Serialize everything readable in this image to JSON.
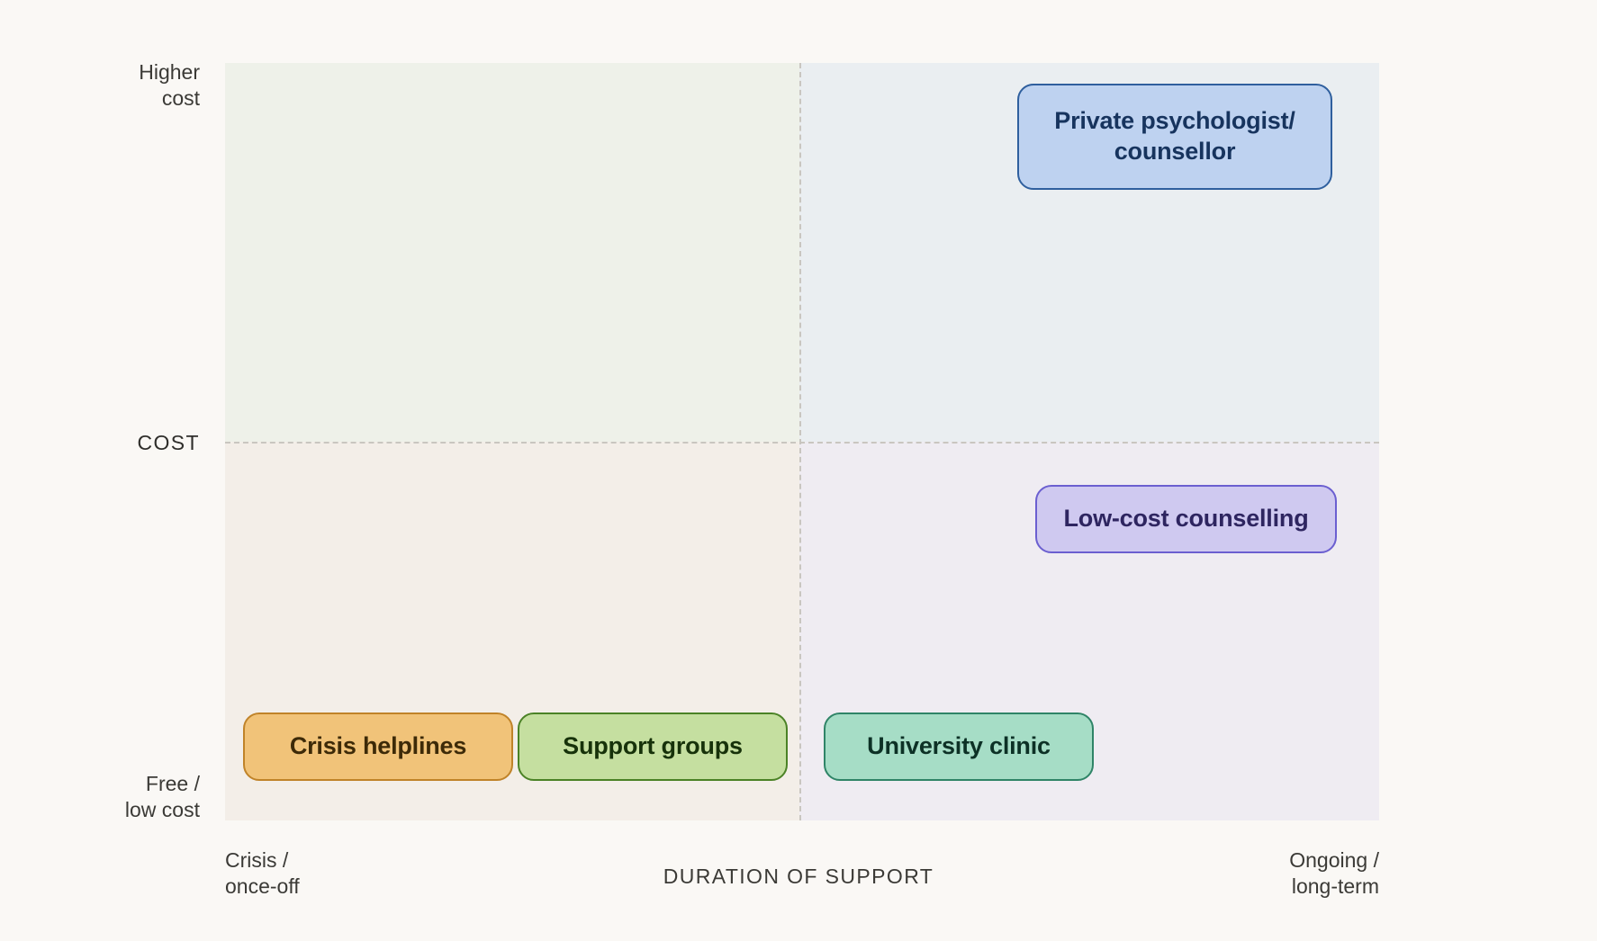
{
  "chart_data": {
    "type": "scatter",
    "title": "",
    "xlabel": "DURATION OF SUPPORT",
    "ylabel": "COST",
    "x_axis": {
      "label": "DURATION OF SUPPORT",
      "low_label": "Crisis /\nonce-off",
      "high_label": "Ongoing /\nlong-term",
      "range": [
        0,
        1
      ],
      "midpoint": 0.5
    },
    "y_axis": {
      "label": "COST",
      "low_label": "Free /\nlow cost",
      "high_label": "Higher\ncost",
      "range": [
        0,
        1
      ],
      "midpoint": 0.5
    },
    "grid": "dashed-quadrant-crosshair",
    "legend": "none",
    "quadrants": [
      {
        "id": "top-left",
        "color": "#eef1e9"
      },
      {
        "id": "top-right",
        "color": "#eaeef1"
      },
      {
        "id": "bottom-left",
        "color": "#f3eee8"
      },
      {
        "id": "bottom-right",
        "color": "#efecf2"
      }
    ],
    "points": [
      {
        "label": "Private psychologist/\ncounsellor",
        "x": 0.82,
        "y": 0.9,
        "quadrant": "top-right",
        "fill": "#bed2f0",
        "border": "#2f5f9e",
        "text_color": "#17345e"
      },
      {
        "label": "Low-cost counselling",
        "x": 0.83,
        "y": 0.38,
        "quadrant": "bottom-right",
        "fill": "#cfc9f0",
        "border": "#6b5fd0",
        "text_color": "#2e2560"
      },
      {
        "label": "Crisis helplines",
        "x": 0.13,
        "y": 0.06,
        "quadrant": "bottom-left",
        "fill": "#f1c379",
        "border": "#c08329",
        "text_color": "#3d2a08"
      },
      {
        "label": "Support groups",
        "x": 0.37,
        "y": 0.06,
        "quadrant": "bottom-left",
        "fill": "#c5dfa0",
        "border": "#4b8226",
        "text_color": "#17320a"
      },
      {
        "label": "University clinic",
        "x": 0.63,
        "y": 0.06,
        "quadrant": "bottom-right",
        "fill": "#a6ddc6",
        "border": "#2f8467",
        "text_color": "#0d3126"
      }
    ]
  },
  "canvas": {
    "background": "#faf8f5"
  }
}
